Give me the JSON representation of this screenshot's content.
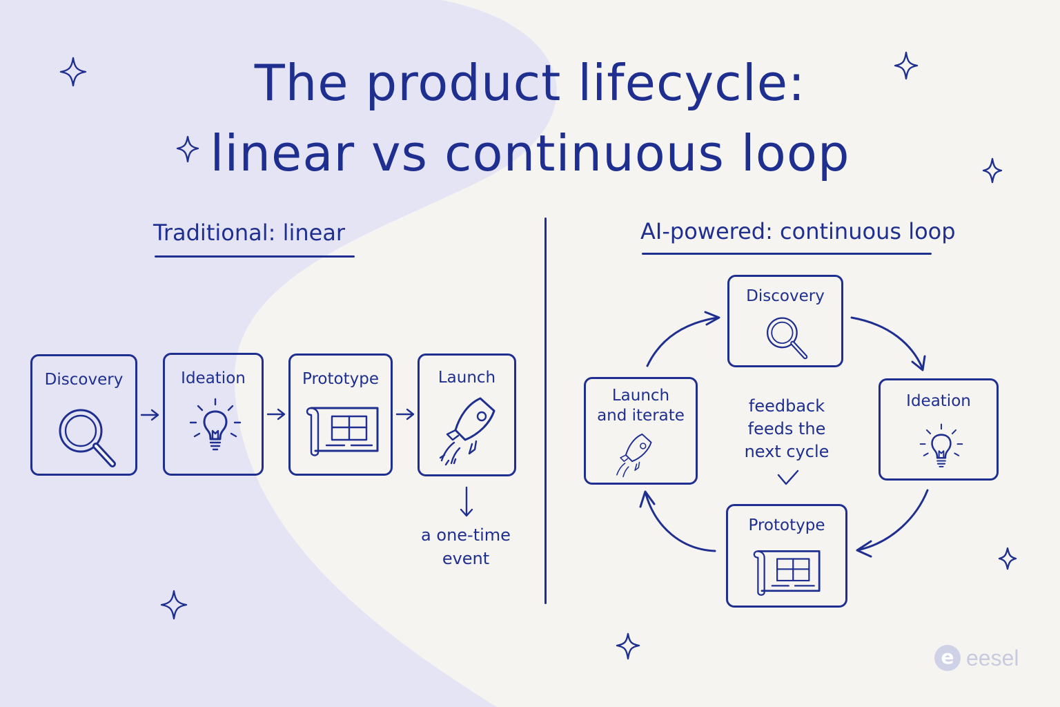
{
  "title": {
    "line1": "The product lifecycle:",
    "line2": "linear vs continuous loop"
  },
  "left": {
    "heading": "Traditional: linear",
    "stages": [
      "Discovery",
      "Ideation",
      "Prototype",
      "Launch"
    ],
    "note_line1": "a one-time",
    "note_line2": "event"
  },
  "right": {
    "heading": "AI-powered: continuous loop",
    "stages": {
      "discovery": "Discovery",
      "ideation": "Ideation",
      "prototype": "Prototype",
      "launch_line1": "Launch",
      "launch_line2": "and iterate"
    },
    "center_note": [
      "feedback",
      "feeds the",
      "next cycle"
    ]
  },
  "logo": {
    "mark": "e",
    "text": "eesel"
  },
  "colors": {
    "ink": "#1f2f8f",
    "background": "#f5f4f1",
    "blob": "#e4e3f3"
  },
  "icons": [
    "magnifier-icon",
    "lightbulb-icon",
    "blueprint-icon",
    "rocket-icon",
    "sparkle-icon",
    "check-icon"
  ]
}
